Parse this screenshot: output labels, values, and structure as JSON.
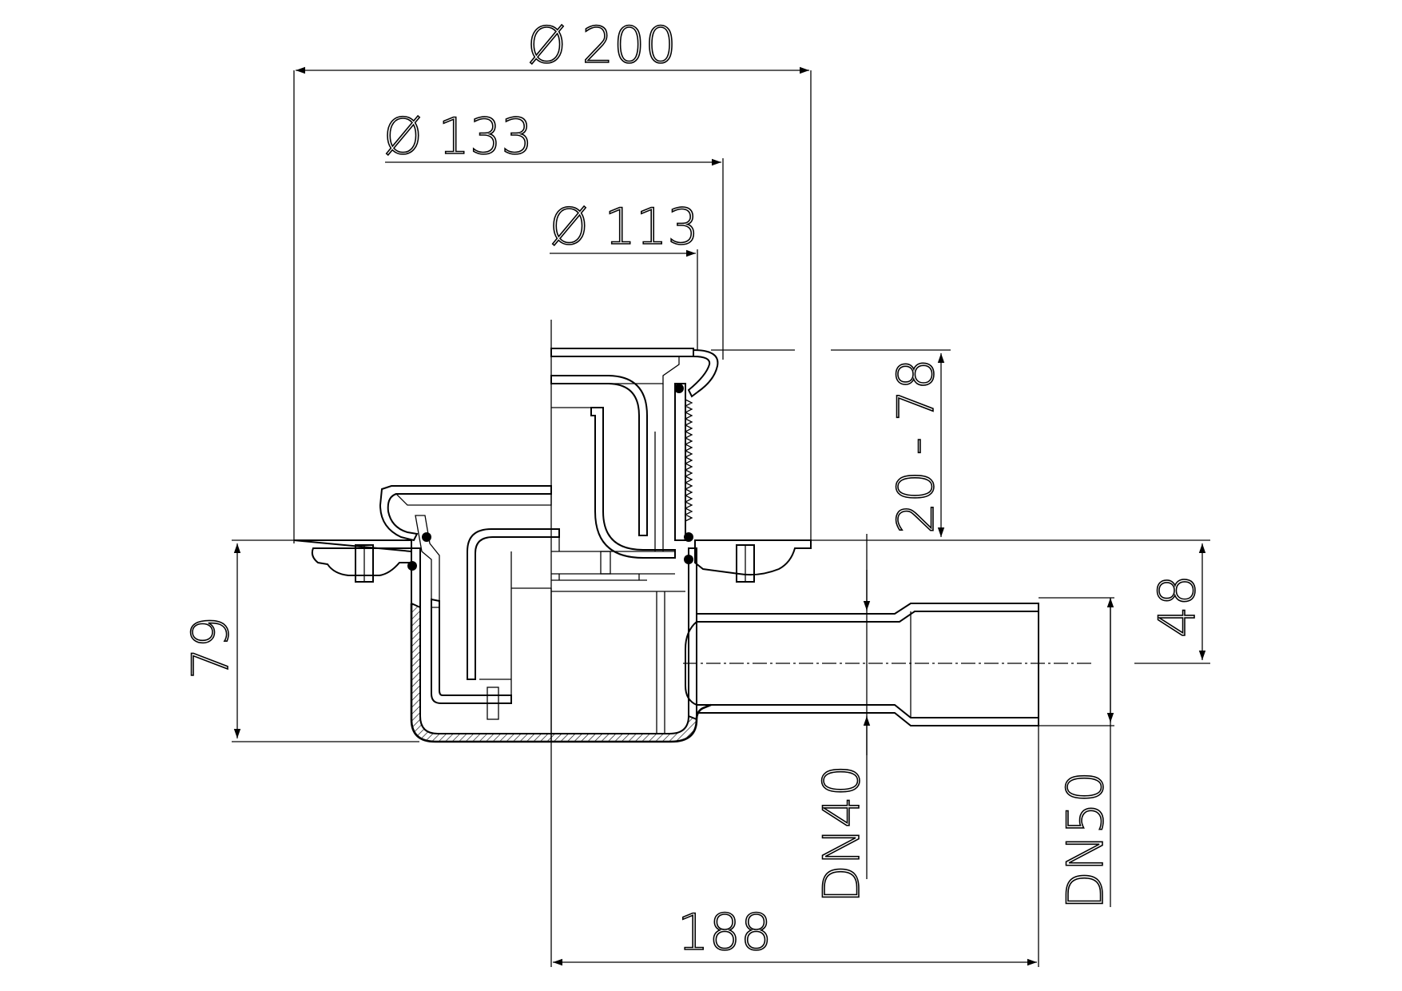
{
  "dimensions": {
    "dia_200": "Ø 200",
    "dia_133": "Ø 133",
    "dia_113": "Ø 113",
    "height_range": "20 - 78",
    "height_79": "79",
    "height_48": "48",
    "dn40": "DN40",
    "dn50": "DN50",
    "length_188": "188"
  },
  "colors": {
    "line": "#000000",
    "background": "#ffffff"
  }
}
